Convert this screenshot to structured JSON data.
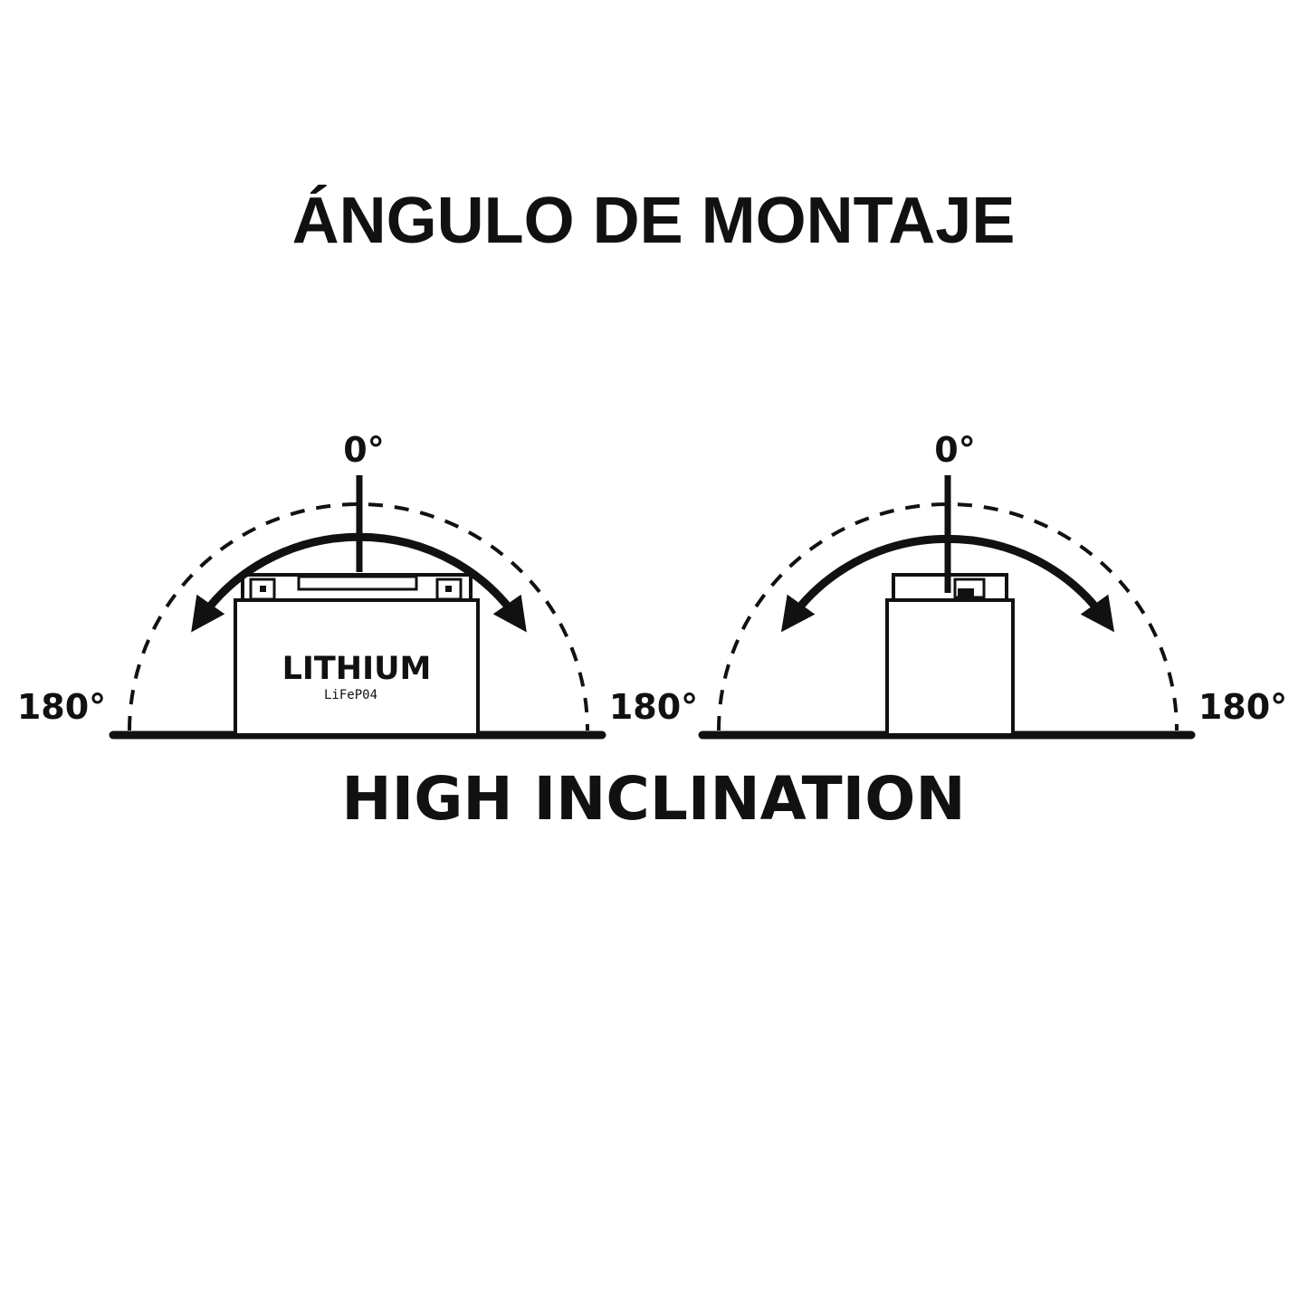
{
  "title": "ÁNGULO DE MONTAJE",
  "caption": "HIGH INCLINATION",
  "colors": {
    "ink": "#111111",
    "background": "#ffffff"
  },
  "left_diagram": {
    "top_label": "0°",
    "left_label": "180°",
    "right_label": "180°",
    "battery": {
      "brand": "LITHIUM",
      "chemistry": "LiFeP04"
    }
  },
  "right_diagram": {
    "top_label": "0°",
    "right_label": "180°"
  }
}
